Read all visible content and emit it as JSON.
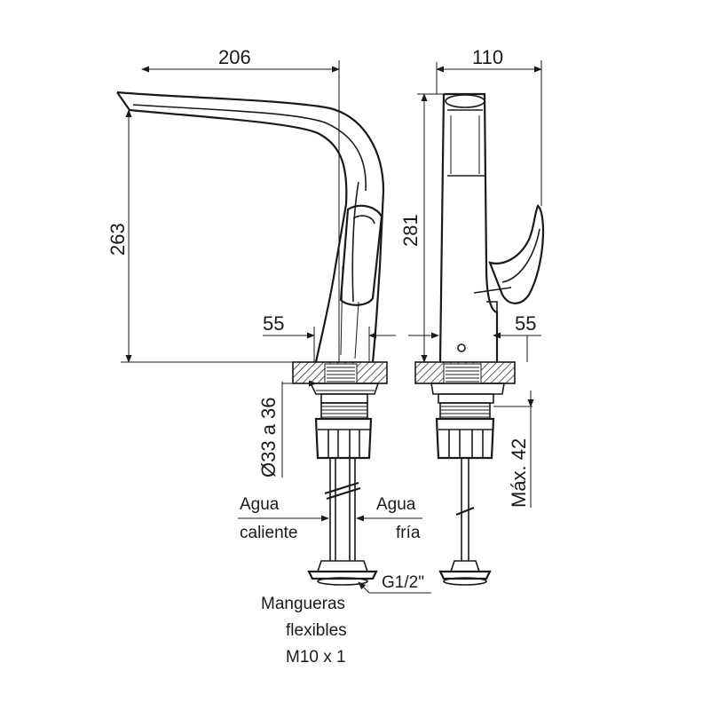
{
  "dimensions": {
    "front_width": "206",
    "side_width": "110",
    "front_height": "263",
    "side_height": "281",
    "front_offset": "55",
    "side_offset": "55",
    "hole_diameter": "Ø33 a 36",
    "max_thickness": "Máx. 42"
  },
  "labels": {
    "hot_water_line1": "Agua",
    "hot_water_line2": "caliente",
    "cold_water_line1": "Agua",
    "cold_water_line2": "fría",
    "thread": "G1/2\"",
    "hoses_line1": "Mangueras",
    "hoses_line2": "flexibles",
    "hoses_line3": "M10 x 1"
  },
  "colors": {
    "ink": "#1a1a1a",
    "background": "#ffffff"
  }
}
